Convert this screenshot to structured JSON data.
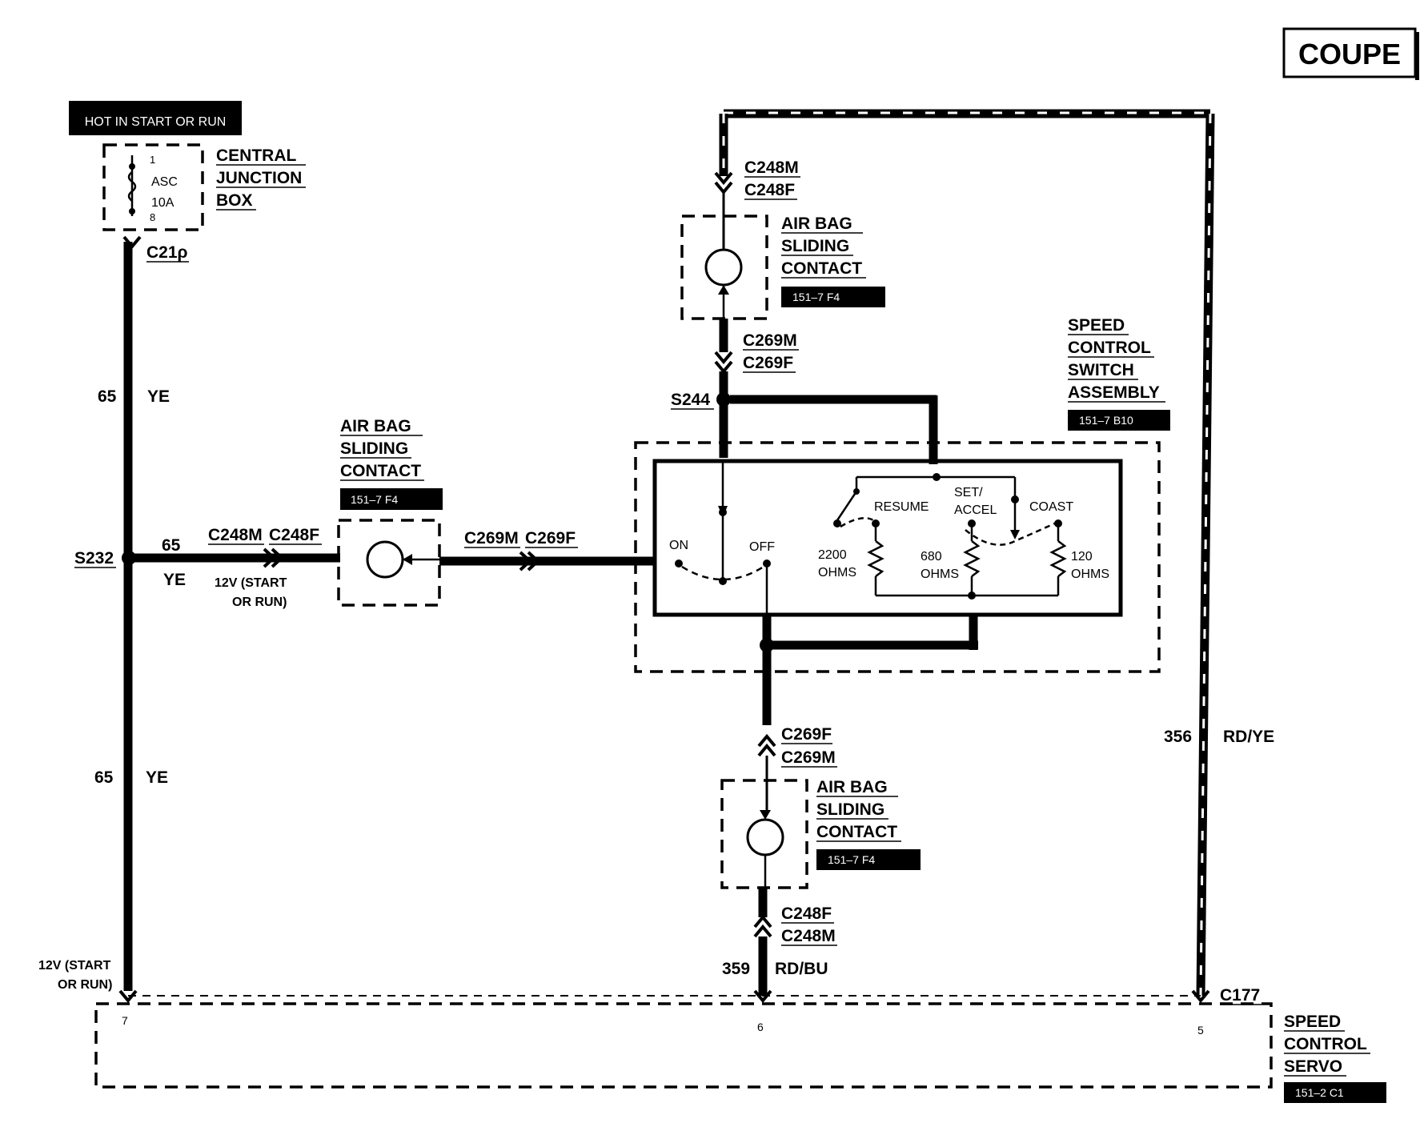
{
  "title": "COUPE",
  "power": {
    "hot_label": "HOT IN START OR RUN",
    "fuse_top_pin": "1",
    "fuse_name": "ASC",
    "fuse_rating": "10A",
    "fuse_bottom_pin": "8",
    "cjb_line1": "CENTRAL",
    "cjb_line2": "JUNCTION",
    "cjb_line3": "BOX",
    "cjb_connector": "C21ρ"
  },
  "wires": {
    "w65_upper_num": "65",
    "w65_upper_color": "YE",
    "w65_branch_num": "65",
    "w65_branch_color": "YE",
    "w65_lower_num": "65",
    "w65_lower_color": "YE",
    "w356_num": "356",
    "w356_color": "RD/YE",
    "w359_num": "359",
    "w359_color": "RD/BU"
  },
  "splices": {
    "s232": "S232",
    "s244": "S244"
  },
  "voltage_notes": {
    "branch_line1": "12V (START",
    "branch_line2": "OR RUN)",
    "servo_line1": "12V (START",
    "servo_line2": "OR RUN)"
  },
  "connectors": {
    "left_c248m": "C248M",
    "left_c248f": "C248F",
    "left_c269m": "C269M",
    "left_c269f": "C269F",
    "top_c248m": "C248M",
    "top_c248f": "C248F",
    "top_c269m": "C269M",
    "top_c269f": "C269F",
    "bot_c269f": "C269F",
    "bot_c269m": "C269M",
    "bot_c248f": "C248F",
    "bot_c248m": "C248M",
    "c177": "C177"
  },
  "airbag_left": {
    "line1": "AIR BAG",
    "line2": "SLIDING",
    "line3": "CONTACT",
    "ref": "151–7 F4"
  },
  "airbag_top": {
    "line1": "AIR BAG",
    "line2": "SLIDING",
    "line3": "CONTACT",
    "ref": "151–7 F4"
  },
  "airbag_bottom": {
    "line1": "AIR BAG",
    "line2": "SLIDING",
    "line3": "CONTACT",
    "ref": "151–7 F4"
  },
  "switch_assembly": {
    "line1": "SPEED",
    "line2": "CONTROL",
    "line3": "SWITCH",
    "line4": "ASSEMBLY",
    "ref": "151–7 B10",
    "on": "ON",
    "off": "OFF",
    "resume": "RESUME",
    "set_accel_1": "SET/",
    "set_accel_2": "ACCEL",
    "coast": "COAST",
    "r1_value": "2200",
    "r1_unit": "OHMS",
    "r2_value": "680",
    "r2_unit": "OHMS",
    "r3_value": "120",
    "r3_unit": "OHMS"
  },
  "servo": {
    "line1": "SPEED",
    "line2": "CONTROL",
    "line3": "SERVO",
    "ref": "151–2 C1",
    "pin_left": "7",
    "pin_mid": "6",
    "pin_right": "5"
  }
}
